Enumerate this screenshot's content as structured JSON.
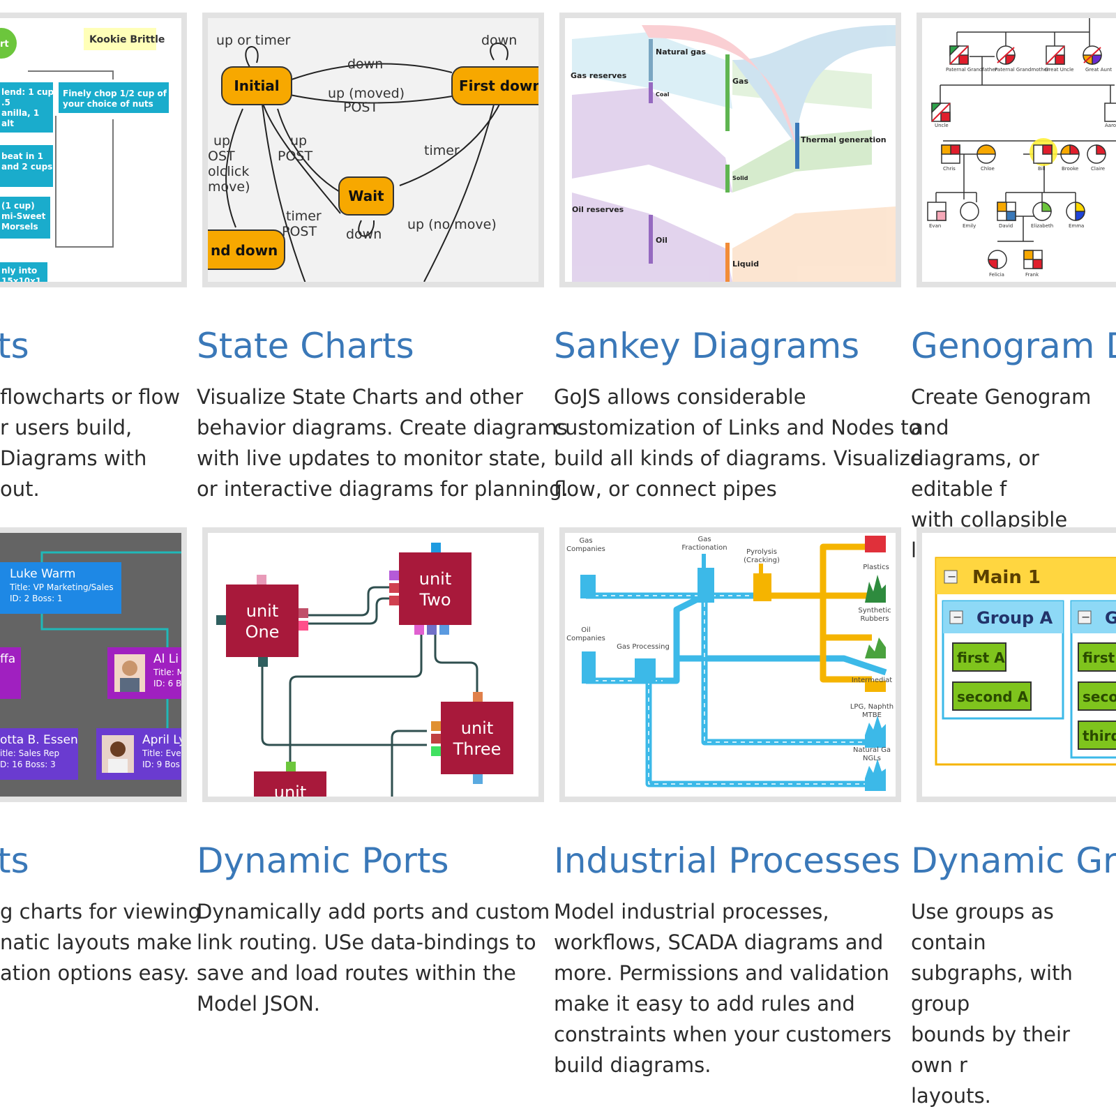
{
  "cards": [
    {
      "title": "ts",
      "desc": [
        "flowcharts or flow",
        "r users build,",
        "Diagrams with",
        "out."
      ],
      "thumb": {
        "start_label": "rt",
        "note": "Kookie Brittle",
        "steps": [
          "lend: 1 cup\n.5\nanilla, 1\nalt",
          "Finely chop 1/2 cup of\nyour choice of nuts",
          "beat in 1\nand 2 cups",
          "(1 cup)\nmi-Sweet\nMorsels",
          "nly into\n15x10x1"
        ]
      }
    },
    {
      "title": "State Charts",
      "desc": [
        "Visualize State Charts and other",
        "behavior diagrams. Create diagrams",
        "with live updates to monitor state,",
        "or interactive diagrams for planning."
      ],
      "thumb": {
        "states": [
          "Initial",
          "First down",
          "Wait",
          "nd down"
        ],
        "labels": [
          "up or timer",
          "down",
          "down",
          "up (moved)",
          "POST",
          "up",
          "POST",
          "timer",
          "timer",
          "POST",
          "down",
          "up (no move)",
          "up",
          "OST",
          "olclick",
          "move)"
        ]
      }
    },
    {
      "title": "Sankey Diagrams",
      "desc": [
        "GoJS allows considerable",
        "customization of Links and Nodes to",
        "build all kinds of diagrams. Visualize",
        "flow, or connect pipes"
      ],
      "thumb": {
        "nodes": [
          "Natural\ngas",
          "Gas reserves",
          "Gas",
          "Coal",
          "Thermal\ngeneration",
          "Solid",
          "Oil\nreserves",
          "Oil",
          "Liquid"
        ]
      }
    },
    {
      "title": "Genogram D",
      "desc": [
        "Create Genogram and",
        "diagrams, or editable f",
        "with collapsible levels"
      ],
      "thumb": {
        "people": [
          "Paternal\nGrandfather",
          "Paternal\nGrandmother",
          "Great Uncle",
          "Great Aunt",
          "Uncle",
          "Aaron",
          "Chris",
          "Chloe",
          "Bill",
          "Brooke",
          "Claire",
          "Evan",
          "Emily",
          "David",
          "Elizabeth",
          "Emma",
          "Felicia",
          "Frank"
        ]
      }
    },
    {
      "title": "ts",
      "desc": [
        "g charts for viewing",
        "natic layouts make",
        "ation options easy."
      ],
      "thumb": {
        "people": [
          {
            "name": "Luke Warm",
            "title": "Title: VP Marketing/Sales",
            "id": "ID: 2  Boss: 1"
          },
          {
            "name": "ffa",
            "title": "",
            "id": ""
          },
          {
            "name": "Al Li",
            "title": "Title: M",
            "id": "ID: 6  B"
          },
          {
            "name": "otta B. Essen",
            "title": "itle:  Sales Rep",
            "id": "D: 16  Boss: 3"
          },
          {
            "name": "April Ly",
            "title": "Title: Eve",
            "id": "ID: 9  Bos"
          }
        ]
      }
    },
    {
      "title": "Dynamic Ports",
      "desc": [
        "Dynamically add ports and custom",
        "link routing. USe data-bindings to",
        "save and load routes within the",
        "Model JSON."
      ],
      "thumb": {
        "units": [
          "unit\nOne",
          "unit\nTwo",
          "unit\nThree",
          "unit"
        ]
      }
    },
    {
      "title": "Industrial Processes",
      "desc": [
        "Model industrial processes,",
        "workflows, SCADA diagrams and",
        "more. Permissions and validation",
        "make it easy to add rules and",
        "constraints when your customers",
        "build diagrams."
      ],
      "thumb": {
        "labels": [
          "Gas\nCompanies",
          "Gas\nFractionation",
          "Pyrolysis\n(Cracking)",
          "Plastics",
          "Oil\nCompanies",
          "Gas Processing",
          "Synthetic\nRubbers",
          "Intermediat",
          "LPG, Naphth\nMTBE",
          "Natural Ga\nNGLs"
        ]
      }
    },
    {
      "title": "Dynamic Gro",
      "desc": [
        "Use groups as contain",
        "subgraphs, with group",
        "bounds by their own r",
        "layouts."
      ],
      "thumb": {
        "main": "Main 1",
        "groups": [
          "Group A",
          "G"
        ],
        "items_a": [
          "first A",
          "second A"
        ],
        "items_b": [
          "first I",
          "seco",
          "third"
        ]
      }
    }
  ],
  "colors": {
    "title": "#3a78b8",
    "text": "#2b2b2b",
    "frame": "#e2e2e2",
    "unit": "#a8193b",
    "state": "#f7a800",
    "pipe": "#3cb9e8",
    "pipe_alt": "#f5b400",
    "group": "#7fc41d"
  }
}
